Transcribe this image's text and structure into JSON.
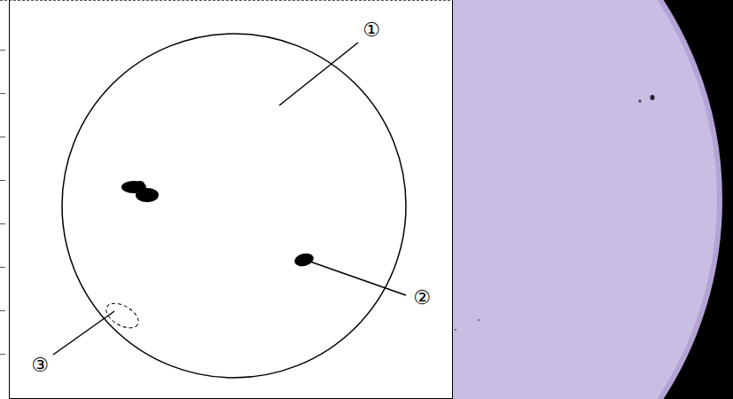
{
  "diagram": {
    "labels": [
      "①",
      "②",
      "③"
    ]
  }
}
